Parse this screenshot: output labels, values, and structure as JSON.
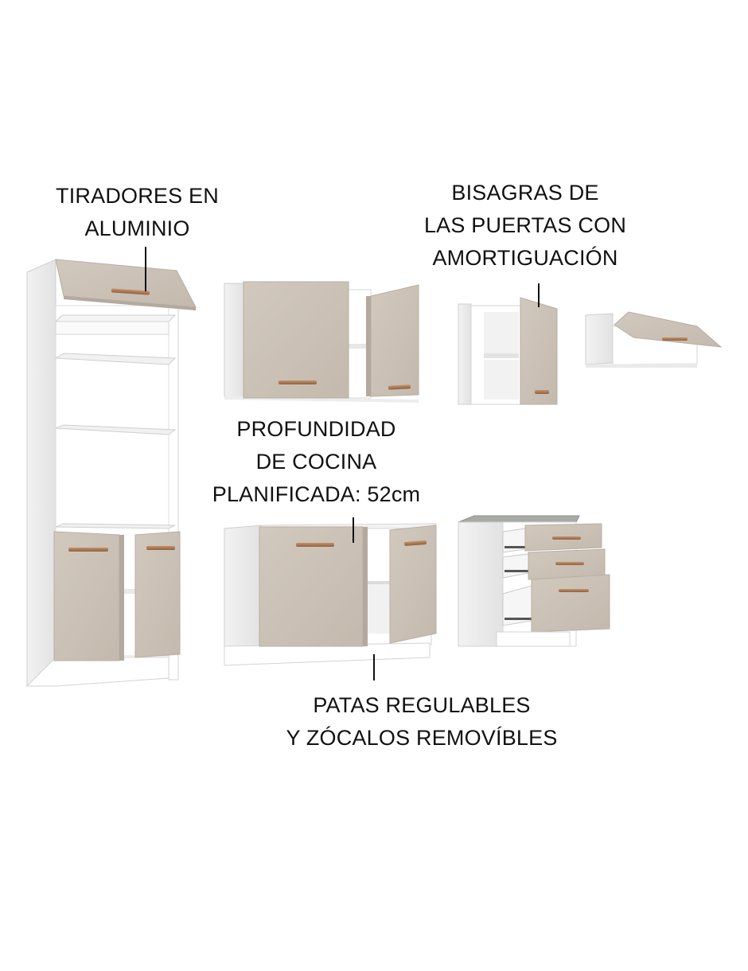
{
  "callouts": {
    "handles": "TIRADORES EN\nALUMINIO",
    "hinges": "BISAGRAS DE\nLAS PUERTAS CON\nAMORTIGUACIÓN",
    "depth": "PROFUNDIDAD\nDE COCINA\nPLANIFICADA: 52cm",
    "legs": "PATAS REGULABLES\nY ZÓCALOS REMOVÍBLES"
  },
  "colors": {
    "carcass": "#ffffff",
    "carcass_side": "#e9e9e9",
    "door": "#cbc1b6",
    "door_edge": "#b3a99e",
    "handle": "#a0714f",
    "countertop": "#a6a8a3",
    "outline": "#c9c9c9"
  }
}
